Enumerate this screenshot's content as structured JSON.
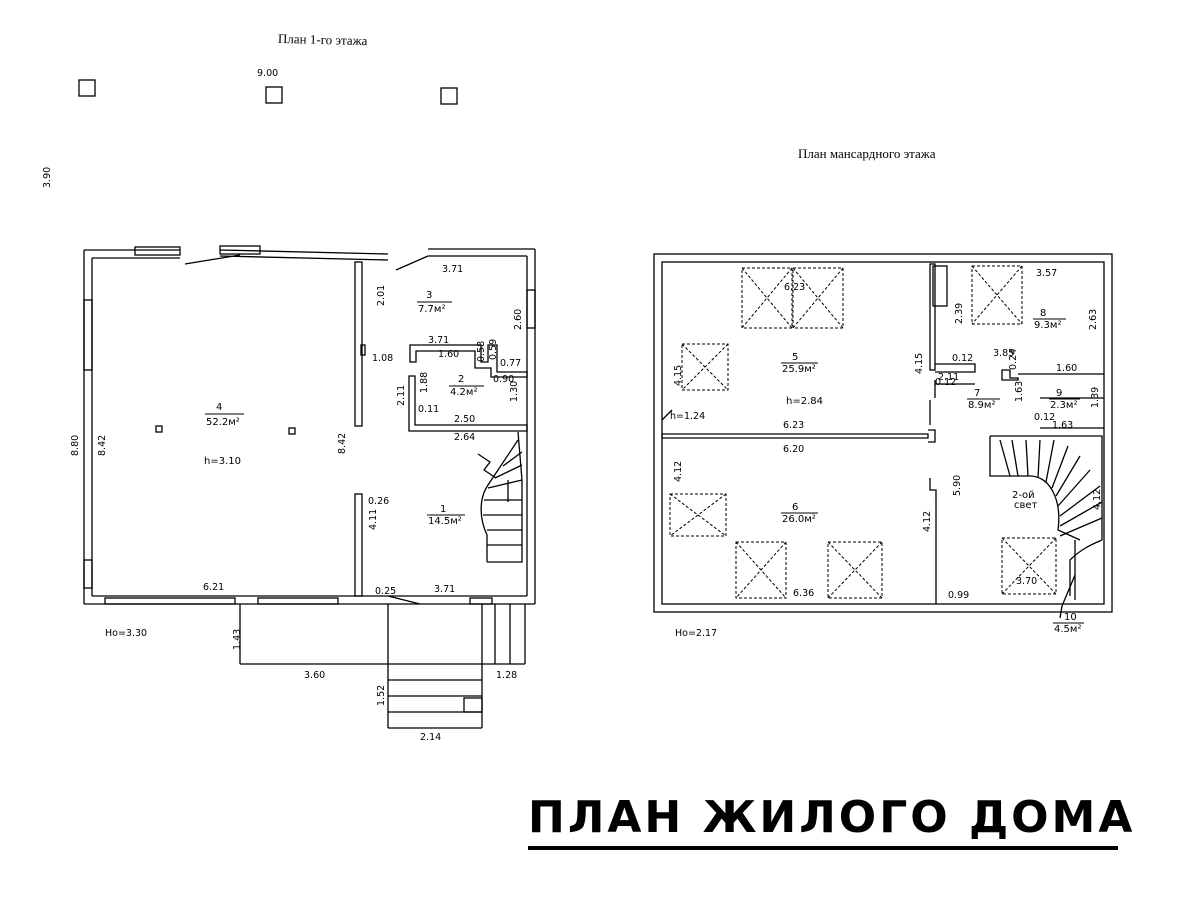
{
  "titles": {
    "floor1": "План 1-го этажа",
    "attic": "План мансардного этажа",
    "main": "ПЛАН ЖИЛОГО ДОМА"
  },
  "floor1": {
    "top_dim": "9.00",
    "left_dim": "3.90",
    "rooms": {
      "r3": {
        "num": "3",
        "area": "7.7м²"
      },
      "r2": {
        "num": "2",
        "area": "4.2м²"
      },
      "r4": {
        "num": "4",
        "area": "52.2м²",
        "height": "h=3.10"
      },
      "r1": {
        "num": "1",
        "area": "14.5м²"
      }
    },
    "dims": {
      "d371a": "3.71",
      "d201": "2.01",
      "d260": "2.60",
      "d371b": "3.71",
      "d160": "1.60",
      "d058": "0.58",
      "d059": "0.59",
      "d077": "0.77",
      "d108": "1.08",
      "d090": "0.90",
      "d211": "2.11",
      "d188": "1.88",
      "d011": "0.11",
      "d130": "1.30",
      "d250": "2.50",
      "d264": "2.64",
      "d880": "8.80",
      "d842a": "8.42",
      "d842b": "8.42",
      "d026": "0.26",
      "d411": "4.11",
      "d621": "6.21",
      "d025": "0.25",
      "d371c": "3.71",
      "ho": "Ho=3.30",
      "d143": "1.43",
      "d360": "3.60",
      "d128": "1.28",
      "d152": "1.52",
      "d214": "2.14"
    }
  },
  "attic": {
    "rooms": {
      "r5": {
        "num": "5",
        "area": "25.9м²",
        "height": "h=2.84"
      },
      "r8": {
        "num": "8",
        "area": "9.3м²"
      },
      "r7": {
        "num": "7",
        "area": "8.9м²"
      },
      "r9": {
        "num": "9",
        "area": "2.3м²"
      },
      "r6": {
        "num": "6",
        "area": "26.0м²"
      },
      "r10": {
        "num": "10",
        "area": "4.5м²"
      }
    },
    "second_light": [
      "2-ой",
      "свет"
    ],
    "dims": {
      "d623a": "6.23",
      "d357": "3.57",
      "d239": "2.39",
      "d263": "2.63",
      "d415a": "4.15",
      "d415b": "4.15",
      "d012a": "0.12",
      "d385": "3.85",
      "d024": "0.24",
      "d160": "1.60",
      "d211": "2.11",
      "d012b": "0.12",
      "d163a": "1.63",
      "d139": "1.39",
      "d124": "h=1.24",
      "d623b": "6.23",
      "d012c": "0.12",
      "d163b": "1.63",
      "d620": "6.20",
      "d412a": "4.12",
      "d590": "5.90",
      "d412b": "4.12",
      "d412c": "4.12",
      "d370": "3.70",
      "d636": "6.36",
      "d099": "0.99",
      "ho": "Ho=2.17"
    }
  }
}
